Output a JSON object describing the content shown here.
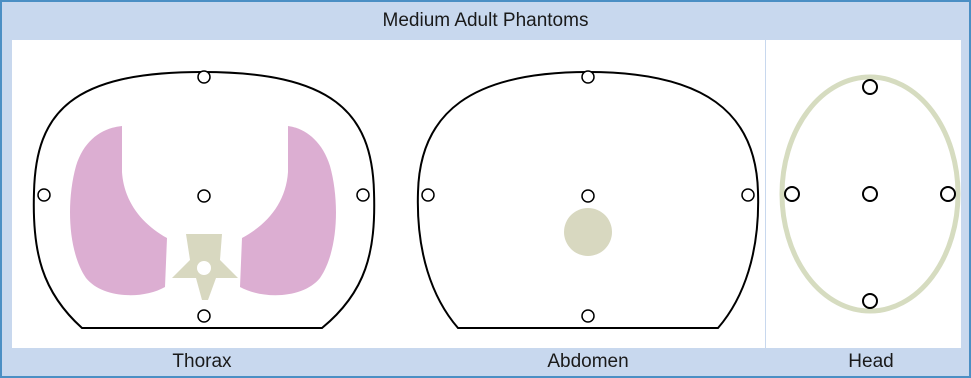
{
  "title": "Medium Adult Phantoms",
  "phantoms": [
    {
      "label": "Thorax"
    },
    {
      "label": "Abdomen"
    },
    {
      "label": "Head"
    }
  ],
  "colors": {
    "frame_border": "#4b8fc4",
    "frame_fill": "#c8d8ee",
    "lung": "#dcaed2",
    "bone": "#d8d8c0",
    "head_ring": "#d6dcc0",
    "outline": "#000000"
  }
}
